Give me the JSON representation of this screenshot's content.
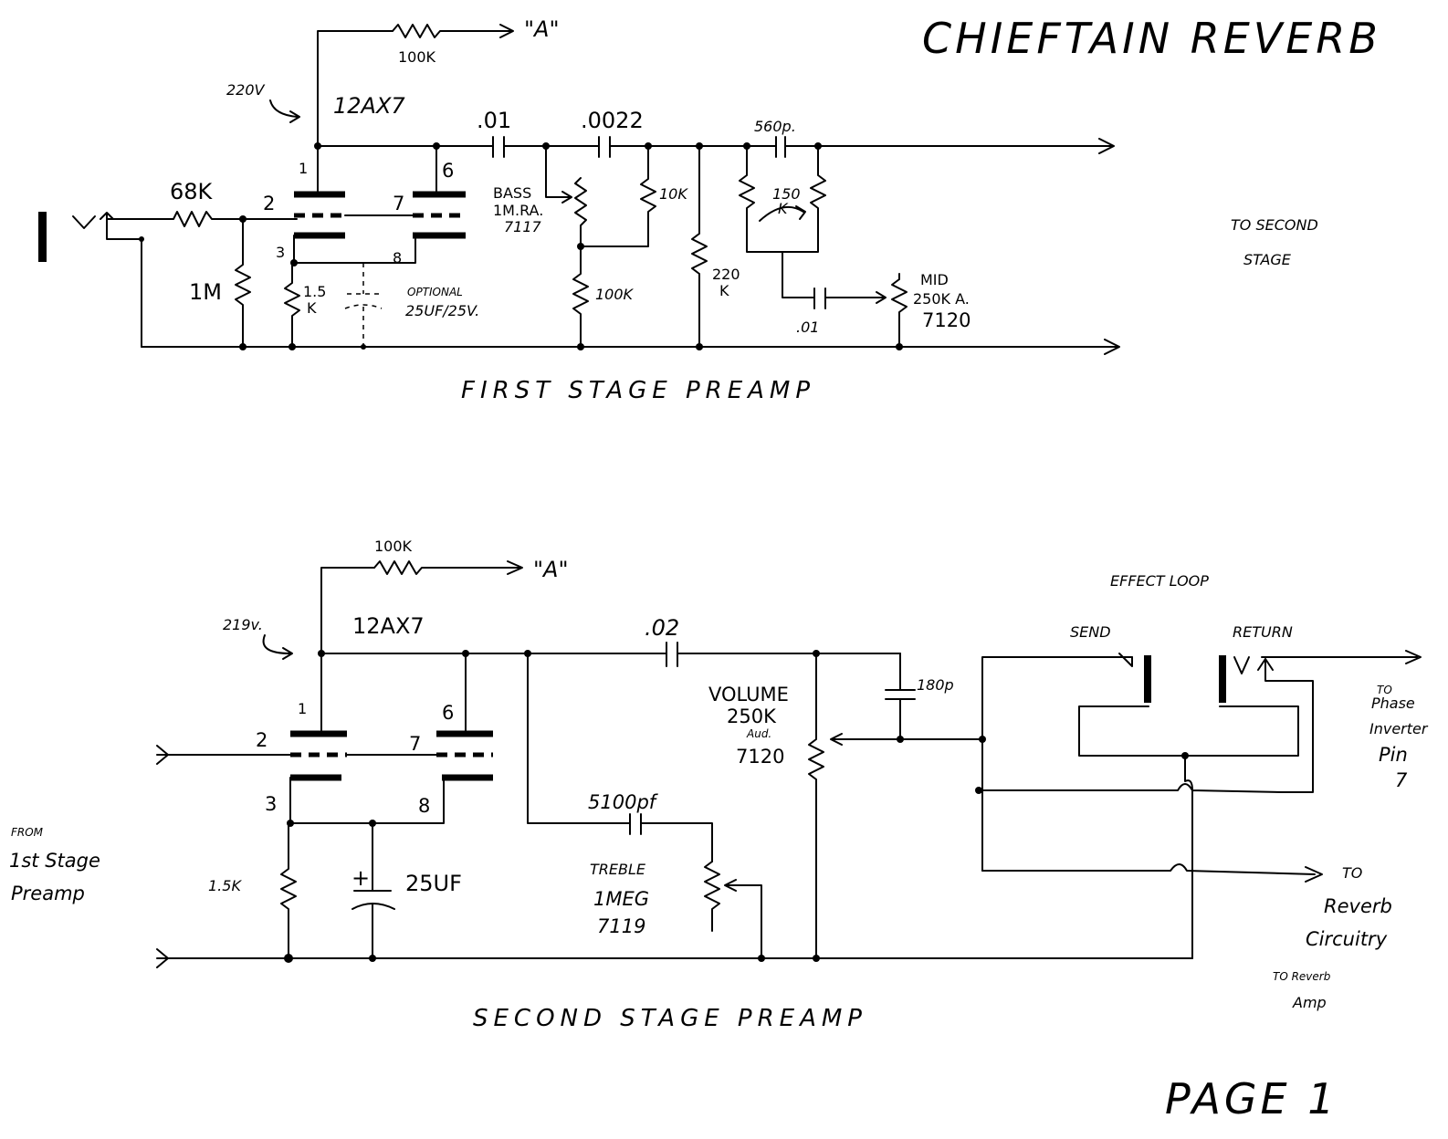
{
  "title": "CHIEFTAIN REVERB",
  "page_label": "PAGE 1",
  "stage1": {
    "caption": "FIRST STAGE PREAMP",
    "tube": "12AX7",
    "plate_voltage": "220V",
    "plate_resistor": "100K",
    "supply_node": "\"A\"",
    "pins": [
      "1",
      "2",
      "3",
      "6",
      "7",
      "8"
    ],
    "input_resistor": "68K",
    "grid_resistor": "1M",
    "cathode_resistor": [
      "1.5",
      "K"
    ],
    "optional_cap": [
      "OPTIONAL",
      "25UF/25V."
    ],
    "coupling_cap": ".01",
    "cap_0022": ".0022",
    "bass_pot": [
      "BASS",
      "1M.RA.",
      "7117"
    ],
    "r_10k": "10K",
    "r_100k": "100K",
    "r_220k": [
      "220",
      "K"
    ],
    "cap_560p": "560p.",
    "r_150k": [
      "150",
      "K"
    ],
    "cap_mid": ".01",
    "mid_pot": [
      "MID",
      "250K A.",
      "7120"
    ],
    "to_next": [
      "TO SECOND",
      "STAGE"
    ]
  },
  "stage2": {
    "caption": "SECOND STAGE PREAMP",
    "tube": "12AX7",
    "plate_voltage": "219v.",
    "plate_resistor": "100K",
    "supply_node": "\"A\"",
    "pins": [
      "1",
      "2",
      "3",
      "6",
      "7",
      "8"
    ],
    "cap_02": ".02",
    "volume_pot": [
      "VOLUME",
      "250K",
      "Aud.",
      "7120"
    ],
    "cap_180p": "180p",
    "cap_5100pf": "5100pf",
    "treble_pot": [
      "TREBLE",
      "1MEG",
      "7119"
    ],
    "cathode_resistor": "1.5K",
    "cathode_cap": "25UF",
    "cap_plus": "+",
    "effect_loop": "EFFECT LOOP",
    "send": "SEND",
    "return": "RETURN",
    "from_label": [
      "FROM",
      "1st Stage",
      "Preamp"
    ],
    "to_phase": [
      "TO",
      "Phase",
      "Inverter",
      "Pin",
      "7"
    ],
    "to_reverb": [
      "TO",
      "Reverb",
      "Circuitry"
    ],
    "to_reverb_amp": [
      "TO Reverb",
      "Amp"
    ]
  }
}
